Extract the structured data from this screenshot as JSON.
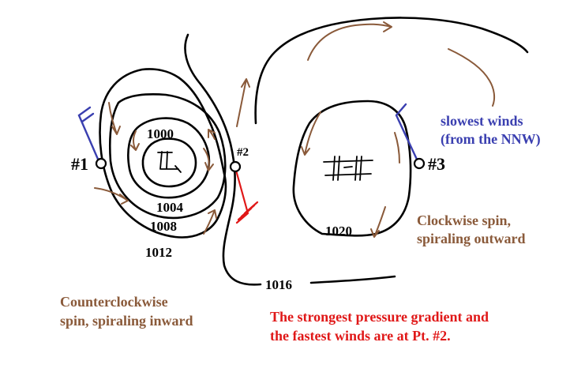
{
  "isobars": {
    "p1000": "1000",
    "p1004": "1004",
    "p1008": "1008",
    "p1012": "1012",
    "p1016": "1016",
    "p1020": "1020"
  },
  "points": {
    "p1": "#1",
    "p2": "#2",
    "p3": "#3"
  },
  "centers": {
    "low": "L",
    "high": "H"
  },
  "notes": {
    "slowest_line1": "slowest winds",
    "slowest_line2": "(from the NNW)",
    "clockwise_line1": "Clockwise spin,",
    "clockwise_line2": "spiraling outward",
    "ccw_line1": "Counterclockwise",
    "ccw_line2": "spin, spiraling inward",
    "gradient_line1": "The strongest pressure gradient and",
    "gradient_line2": "the fastest winds are at Pt. #2."
  },
  "colors": {
    "arrow": "#8a5a3a",
    "barb_blue": "#3a3fb0",
    "barb_red": "#e01818",
    "isobar": "#000000"
  }
}
